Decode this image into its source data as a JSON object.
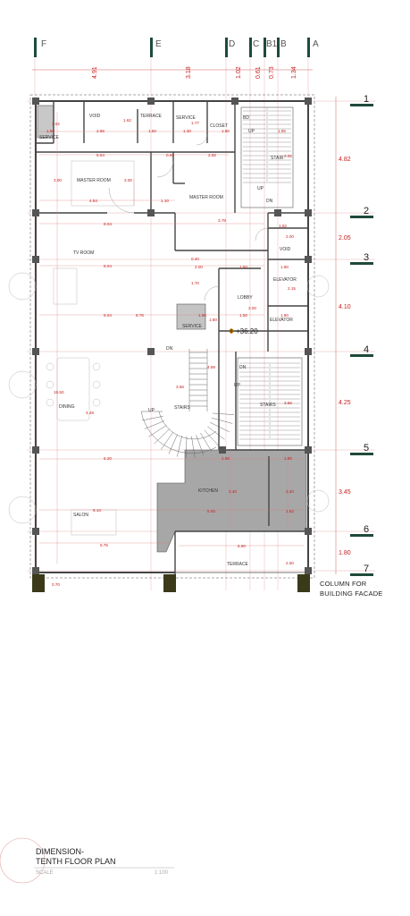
{
  "axes_top": [
    {
      "id": "F",
      "label": "F"
    },
    {
      "id": "E",
      "label": "E"
    },
    {
      "id": "D",
      "label": "D"
    },
    {
      "id": "C",
      "label": "C"
    },
    {
      "id": "B1",
      "label": "B1"
    },
    {
      "id": "B",
      "label": "B"
    },
    {
      "id": "A",
      "label": "A"
    }
  ],
  "top_spacings": [
    "4.91",
    "3.18",
    "1.02",
    "0.61",
    "0.73",
    "1.34"
  ],
  "axes_right": [
    "1",
    "2",
    "3",
    "4",
    "5",
    "6",
    "7"
  ],
  "right_spacings": [
    "4.82",
    "2.05",
    "4.10",
    "4.25",
    "3.45",
    "1.80"
  ],
  "rooms": {
    "service_tl": "SERVICE",
    "void_top": "VOID",
    "terrace_top": "TERRACE",
    "service_top": "SERVICE",
    "closet": "CLOSET",
    "master_room_1": "MASTER ROOM",
    "master_room_2": "MASTER ROOM",
    "stair_top": "STAIR",
    "tv_room": "TV ROOM",
    "void_right": "VOID",
    "lobby": "LOBBY",
    "elevator_1": "ELEVATOR",
    "elevator_2": "ELEVATOR",
    "service_mid": "SERVICE",
    "stairs_spiral": "STAIRS",
    "stairs_right": "STAIRS",
    "dining": "DINING",
    "kitchen": "KITCHEN",
    "salon": "SALON",
    "terrace_bottom": "TERRACE"
  },
  "markers": {
    "up1": "UP",
    "dn1": "DN",
    "dn2": "DN",
    "up2": "UP",
    "dn3": "DN",
    "up3": "UP",
    "up4": "UP",
    "bd": "BD"
  },
  "level": "+36.20",
  "dims": {
    "d1": "1.62",
    "d2": "1.50",
    "d3": "2.86",
    "d4": "1.62",
    "d5": "1.50",
    "d6": "1.77",
    "d7": "1.30",
    "d8": "1.90",
    "d9": "1.95",
    "d10": "2.02",
    "d11": "5.64",
    "d12": "0.60",
    "d13": "2.92",
    "d14": "3.00",
    "d15": "3.00",
    "d16": "4.84",
    "d17": "1.10",
    "d18": "3.78",
    "d19": "8.04",
    "d20": "1.62",
    "d21": "2.00",
    "d22": "8.04",
    "d23": "0.40",
    "d24": "2.00",
    "d25": "1.50",
    "d26": "1.80",
    "d27": "1.70",
    "d28": "2.15",
    "d29": "3.00",
    "d30": "8.04",
    "d31": "8.76",
    "d32": "1.90",
    "d33": "1.50",
    "d34": "1.90",
    "d35": "1.80",
    "d36": "15.50",
    "d37": "4.49",
    "d38": "3.56",
    "d39": "4.89",
    "d40": "3.56",
    "d41": "6.20",
    "d42": "1.95",
    "d43": "1.80",
    "d44": "3.40",
    "d45": "3.40",
    "d46": "5.14",
    "d47": "5.00",
    "d48": "1.52",
    "d49": "5.75",
    "d50": "5.90",
    "d51": "2.50",
    "d52": "0.70"
  },
  "note": [
    "COLUMN FOR",
    "BUILDING FACADE"
  ],
  "title": [
    "DIMENSION-",
    "TENTH FLOOR PLAN"
  ],
  "scale_label": "SCALE",
  "scale_value": "1:100"
}
